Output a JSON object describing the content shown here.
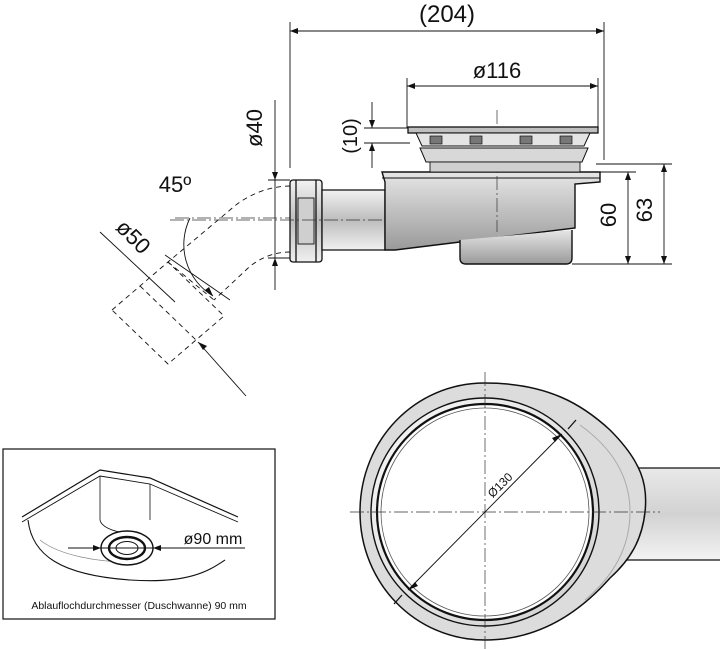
{
  "dimensions": {
    "overall_length": "(204)",
    "cover_diameter": "ø116",
    "outlet_diameter": "ø40",
    "cover_height": "(10)",
    "elbow_angle": "45º",
    "elbow_diameter": "ø50",
    "height_60": "60",
    "height_63": "63",
    "body_diameter": "Ø130"
  },
  "inset": {
    "hole_diameter": "ø90 mm",
    "caption": "Ablauflochdurchmesser (Duschwanne) 90 mm"
  },
  "colors": {
    "line": "#111111",
    "body_fill": "#d9d9d9",
    "body_fill_dark": "#8c8c8c"
  }
}
